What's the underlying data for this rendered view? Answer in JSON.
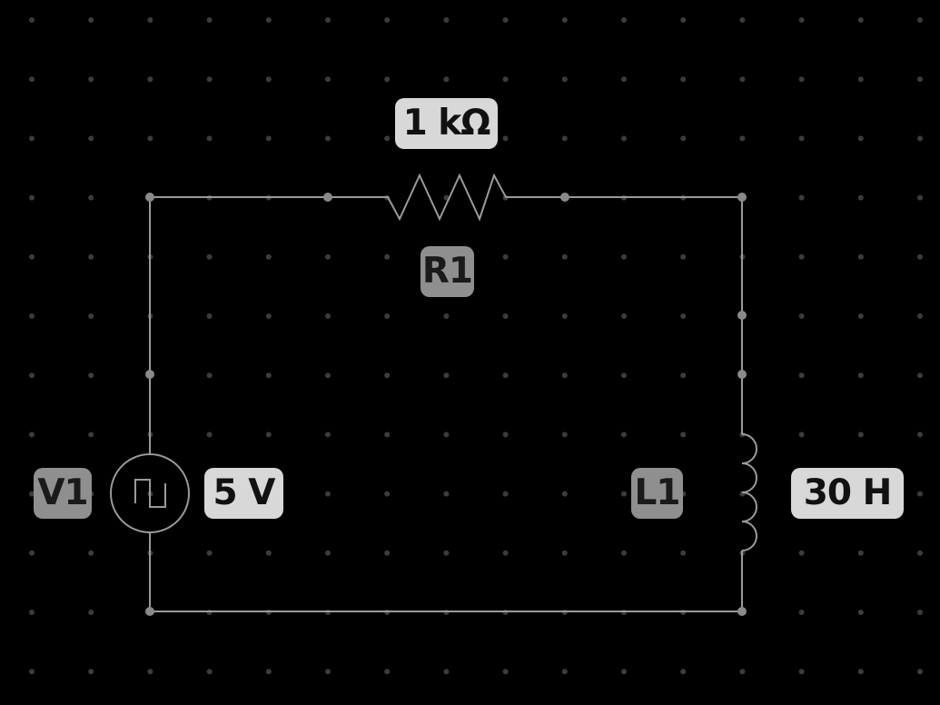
{
  "colors": {
    "background": "#000000",
    "grid_dot": "#3c3c3c",
    "wire": "#9a9a9a",
    "node": "#8a8a8a",
    "name_label_bg": "#8f8f8f",
    "value_label_bg": "#d8d8d8"
  },
  "components": {
    "resistor": {
      "name": "R1",
      "value": "1 kΩ",
      "icon": "resistor-zigzag"
    },
    "source": {
      "name": "V1",
      "value": "5 V",
      "icon": "square-wave-source"
    },
    "inductor": {
      "name": "L1",
      "value": "30 H",
      "icon": "inductor-coil"
    }
  }
}
